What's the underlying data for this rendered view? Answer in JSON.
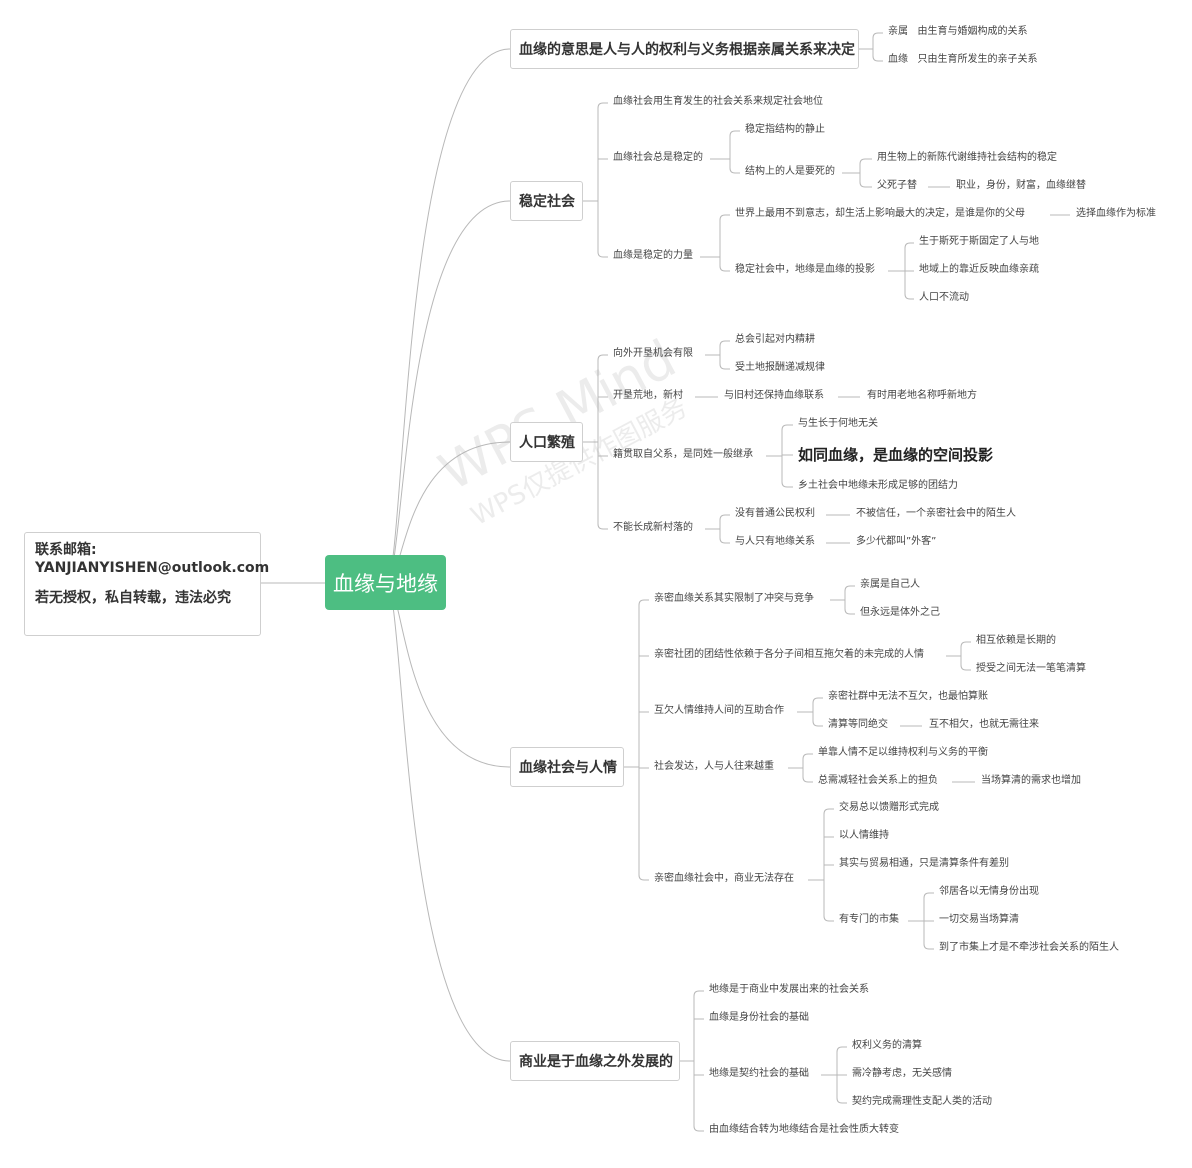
{
  "root": "血缘与地缘",
  "info": {
    "email_label": "联系邮箱:",
    "email": "YANJIANYISHEN@outlook.com",
    "notice": "若无授权，私自转载，违法必究"
  },
  "watermark": {
    "line1": "WPS Mind",
    "line2": "WPS仅提供作图服务"
  },
  "b1": {
    "title": "血缘的意思是人与人的权利与义务根据亲属关系来决定",
    "n1": "亲属",
    "n1a": "由生育与婚姻构成的关系",
    "n2": "血缘",
    "n2a": "只由生育所发生的亲子关系"
  },
  "b2": {
    "title": "稳定社会",
    "n1": "血缘社会用生育发生的社会关系来规定社会地位",
    "n2": "血缘社会总是稳定的",
    "n2a": "稳定指结构的静止",
    "n2b": "结构上的人是要死的",
    "n2b1": "用生物上的新陈代谢维持社会结构的稳定",
    "n2b2": "父死子替",
    "n2b2a": "职业，身份，财富，血缘继替",
    "n3": "血缘是稳定的力量",
    "n3a": "世界上最用不到意志，却生活上影响最大的决定，是谁是你的父母",
    "n3a1": "选择血缘作为标准",
    "n3b": "稳定社会中，地缘是血缘的投影",
    "n3b1": "生于斯死于斯固定了人与地",
    "n3b2": "地域上的靠近反映血缘亲疏",
    "n3b3": "人口不流动"
  },
  "b3": {
    "title": "人口繁殖",
    "n1": "向外开垦机会有限",
    "n1a": "总会引起对内精耕",
    "n1b": "受土地报酬递减规律",
    "n2": "开垦荒地，新村",
    "n2a": "与旧村还保持血缘联系",
    "n2b": "有时用老地名称呼新地方",
    "n3": "籍贯取自父系，是同姓一般继承",
    "n3a": "与生长于何地无关",
    "n3b": "如同血缘，是血缘的空间投影",
    "n3c": "乡土社会中地缘未形成足够的团结力",
    "n4": "不能长成新村落的",
    "n4a": "没有普通公民权利",
    "n4a1": "不被信任，一个亲密社会中的陌生人",
    "n4b": "与人只有地缘关系",
    "n4b1": "多少代都叫”外客”"
  },
  "b4": {
    "title": "血缘社会与人情",
    "n1": "亲密血缘关系其实限制了冲突与竞争",
    "n1a": "亲属是自己人",
    "n1b": "但永远是体外之己",
    "n2": "亲密社团的团结性依赖于各分子间相互拖欠着的未完成的人情",
    "n2a": "相互依赖是长期的",
    "n2b": "授受之间无法一笔笔清算",
    "n3": "互欠人情维持人间的互助合作",
    "n3a": "亲密社群中无法不互欠，也最怕算账",
    "n3b": "清算等同绝交",
    "n3b1": "互不相欠，也就无需往来",
    "n4": "社会发达，人与人往来越重",
    "n4a": "单靠人情不足以维持权利与义务的平衡",
    "n4b": "总需减轻社会关系上的担负",
    "n4b1": "当场算清的需求也增加",
    "n5": "亲密血缘社会中，商业无法存在",
    "n5a": "交易总以馈赠形式完成",
    "n5b": "以人情维持",
    "n5c": "其实与贸易相通，只是清算条件有差别",
    "n5d": "有专门的市集",
    "n5d1": "邻居各以无情身份出现",
    "n5d2": "一切交易当场算清",
    "n5d3": "到了市集上才是不牵涉社会关系的陌生人"
  },
  "b5": {
    "title": "商业是于血缘之外发展的",
    "n1": "地缘是于商业中发展出来的社会关系",
    "n2": "血缘是身份社会的基础",
    "n3": "地缘是契约社会的基础",
    "n3a": "权利义务的清算",
    "n3b": "需冷静考虑，无关感情",
    "n3c": "契约完成需理性支配人类的活动",
    "n4": "由血缘结合转为地缘结合是社会性质大转变"
  }
}
